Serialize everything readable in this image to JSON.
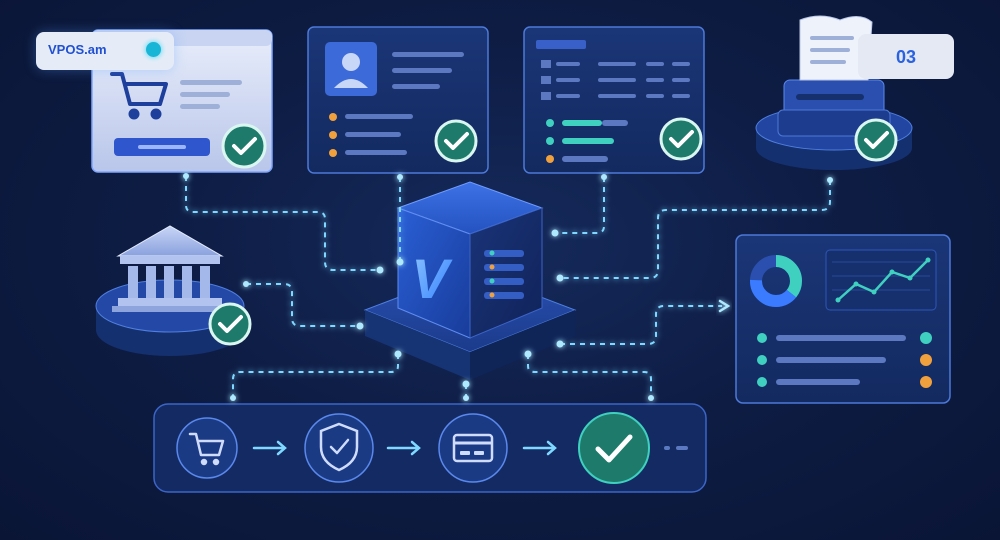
{
  "brand": {
    "name": "VPOS.am",
    "accent": "#19b5d6"
  },
  "page_badge": {
    "number": "03"
  },
  "hub": {
    "logo_letter": "V"
  },
  "colors": {
    "background": "#0e1d45",
    "panel": "#16306e",
    "connector": "#7fd8ff",
    "success": "#1e7a6b",
    "teal": "#3fd0c0",
    "orange": "#f0a03c"
  },
  "icons": {
    "checkout_panel": "shopping-cart-icon",
    "profile_panel": "user-avatar-icon",
    "bank": "bank-building-icon",
    "receipt_printer": "receipt-printer-icon",
    "analytics_panel": "donut-chart-icon",
    "flow_steps": [
      "shopping-cart-icon",
      "shield-check-icon",
      "credit-card-icon",
      "checkmark-icon"
    ]
  }
}
